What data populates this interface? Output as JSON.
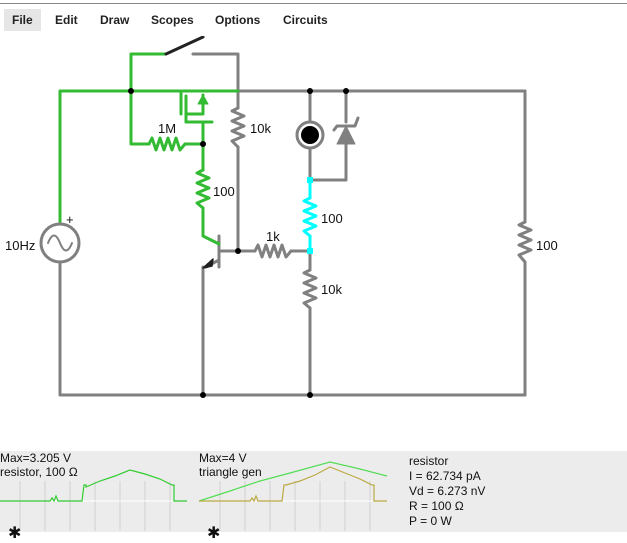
{
  "menu": [
    {
      "label": "File"
    },
    {
      "label": "Edit"
    },
    {
      "label": "Draw"
    },
    {
      "label": "Scopes"
    },
    {
      "label": "Options"
    },
    {
      "label": "Circuits"
    }
  ],
  "circuit": {
    "labels": {
      "r_1m": "1M",
      "r_10k_top": "10k",
      "r_100_left": "100",
      "r_1k": "1k",
      "r_100_cyan": "100",
      "r_10k_bottom": "10k",
      "r_100_right": "100",
      "source_freq": "10Hz",
      "source_plus": "+"
    }
  },
  "scopes": [
    {
      "max": "Max=3.205 V",
      "name": "resistor, 100 Ω",
      "color": "#33cc33"
    },
    {
      "max": "Max=4 V",
      "name": "triangle gen",
      "color": "#bbaa44"
    }
  ],
  "info": {
    "lines": [
      "resistor",
      "I = 62.734 pA",
      "Vd = 6.273 nV",
      "R = 100 Ω",
      "P = 0 W"
    ]
  },
  "colors": {
    "wire": "#808080",
    "active": "#33bb33",
    "selected": "#00ffff",
    "node": "#000000"
  }
}
